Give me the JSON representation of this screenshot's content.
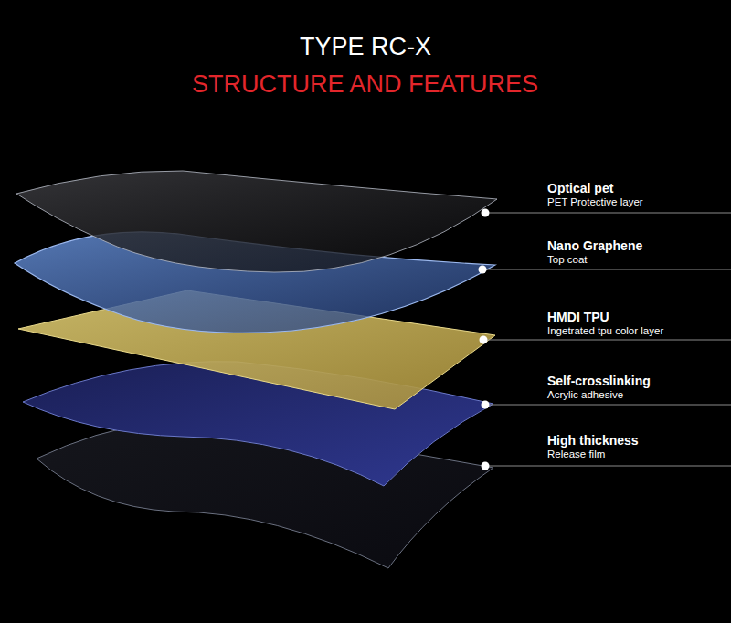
{
  "diagram": {
    "title": "TYPE RC-X",
    "labels": [
      "STRUCTURE AND FEATURES",
      "Optical pet",
      "PET Protective layer",
      "Nano Graphene",
      "Top coat",
      "HMDI TPU",
      "Ingetrated tpu color layer",
      "Self-crosslinking",
      "Acrylic adhesive",
      "High thickness",
      "Release film"
    ]
  }
}
